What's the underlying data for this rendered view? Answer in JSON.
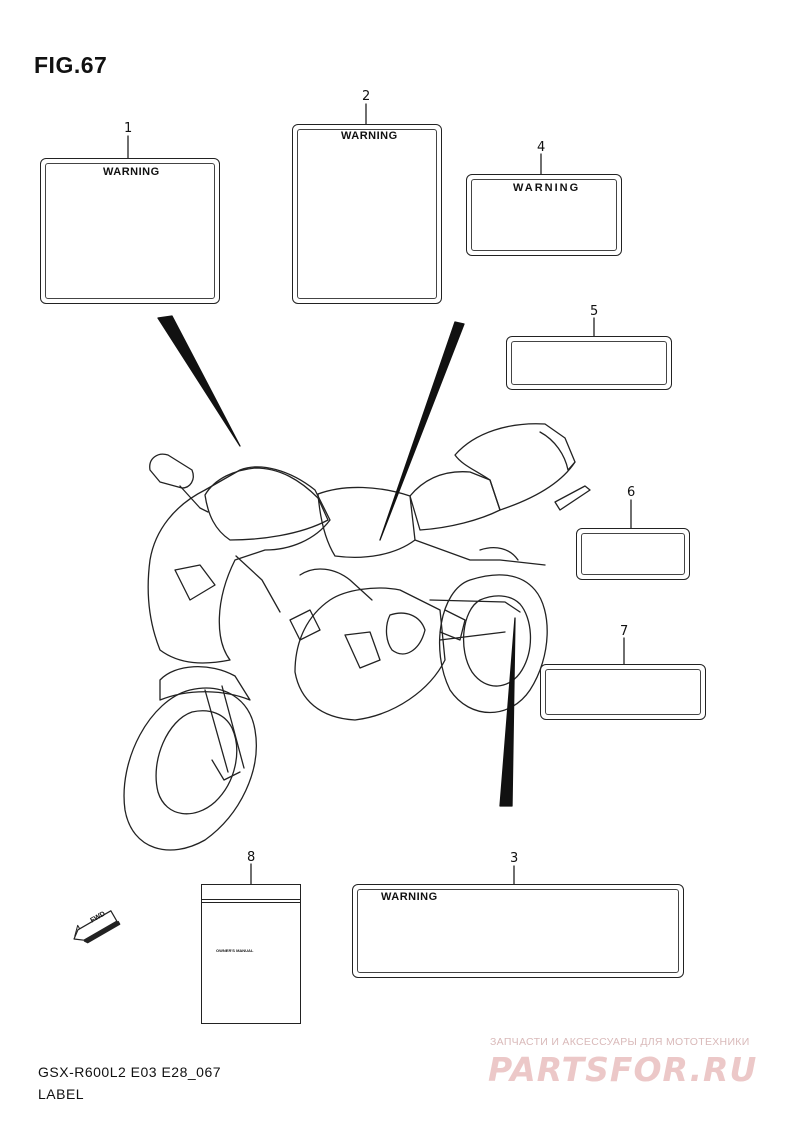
{
  "figure": {
    "title": "FIG.67",
    "code": "GSX-R600L2 E03 E28_067",
    "name": "LABEL"
  },
  "callouts": [
    "1",
    "2",
    "3",
    "4",
    "5",
    "6",
    "7",
    "8"
  ],
  "labels": {
    "warning_text": "WARNING",
    "manual_title": "OWNER'S MANUAL",
    "fwd_text": "FWD"
  },
  "watermark": {
    "tagline": "ЗАПЧАСТИ И АКСЕССУАРЫ ДЛЯ МОТОТЕХНИКИ",
    "logo": "PARTSFOR.RU"
  },
  "colors": {
    "line": "#222222",
    "watermark": "#e8bcbc"
  }
}
